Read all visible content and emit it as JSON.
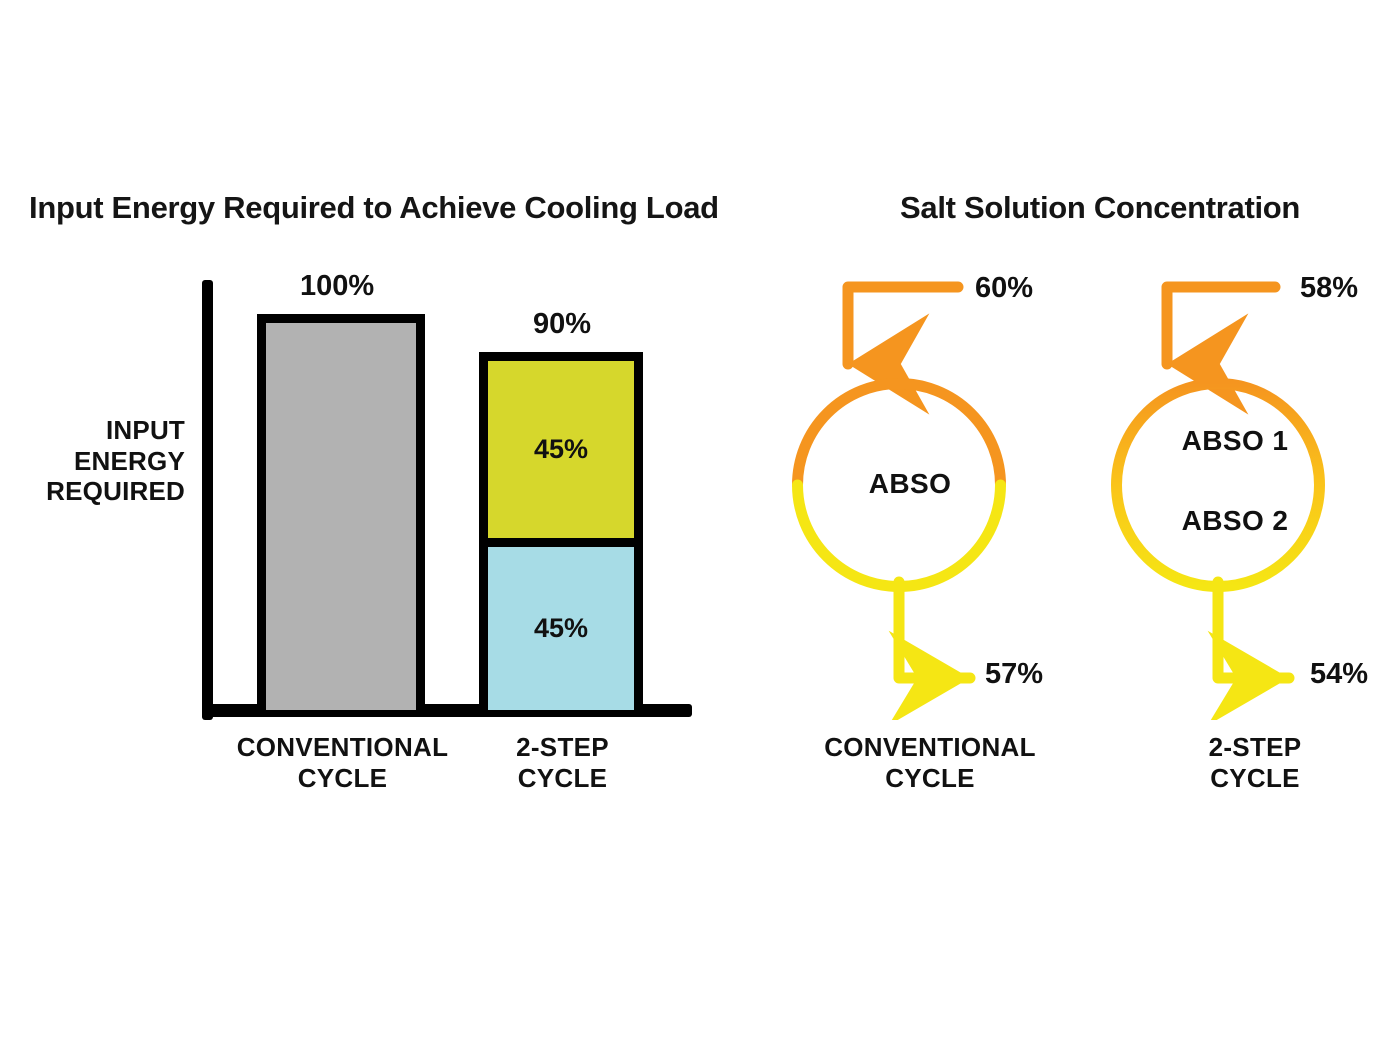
{
  "figure": {
    "background": "#ffffff",
    "panels": [
      {
        "id": "energy",
        "title": "Input Energy Required to Achieve Cooling Load"
      },
      {
        "id": "concentration",
        "title": "Salt Solution Concentration"
      }
    ]
  },
  "titles": {
    "left": "Input Energy Required to Achieve Cooling Load",
    "right": "Salt Solution Concentration"
  },
  "bar_panel": {
    "axis_caption": "INPUT ENERGY REQUIRED",
    "axis_caption_lines": [
      "INPUT",
      "ENERGY",
      "REQUIRED"
    ],
    "bars": [
      {
        "category": "CONVENTIONAL CYCLE",
        "category_lines": [
          "CONVENTIONAL",
          "CYCLE"
        ],
        "total_label": "100%",
        "total": 100,
        "segments": [
          {
            "label": "",
            "value": 100,
            "color": "#b2b2b2",
            "name": "conventional-total"
          }
        ]
      },
      {
        "category": "2-STEP CYCLE",
        "category_lines": [
          "2-STEP",
          "CYCLE"
        ],
        "total_label": "90%",
        "total": 90,
        "segments": [
          {
            "label": "45%",
            "value": 45,
            "color": "#d6d72c",
            "name": "stage-1"
          },
          {
            "label": "45%",
            "value": 45,
            "color": "#a7dce6",
            "name": "stage-2"
          }
        ]
      }
    ]
  },
  "circles_panel": {
    "units": [
      {
        "caption": "CONVENTIONAL CYCLE",
        "caption_lines": [
          "CONVENTIONAL",
          "CYCLE"
        ],
        "inlet_label": "60%",
        "outlet_label": "57%",
        "vessel_labels": [
          "ABSO"
        ],
        "split": false
      },
      {
        "caption": "2-STEP CYCLE",
        "caption_lines": [
          "2-STEP",
          "CYCLE"
        ],
        "inlet_label": "58%",
        "outlet_label": "54%",
        "vessel_labels": [
          "ABSO 1",
          "ABSO 2"
        ],
        "split": true
      }
    ]
  },
  "colors": {
    "gray_bar": "#b2b2b2",
    "yellow_green_bar": "#d6d72c",
    "cyan_bar": "#a7dce6",
    "inlet_orange": "#f5951f",
    "outlet_yellow": "#f5e614",
    "outline_black": "#000000",
    "text": "#111111",
    "background": "#ffffff"
  },
  "chart_data": [
    {
      "type": "bar",
      "title": "Input Energy Required to Achieve Cooling Load",
      "xlabel": "",
      "ylabel": "INPUT ENERGY REQUIRED",
      "categories": [
        "CONVENTIONAL CYCLE",
        "2-STEP CYCLE"
      ],
      "stacked": true,
      "series": [
        {
          "name": "stage-1",
          "values": [
            100,
            45
          ],
          "color": "#b2b2b2"
        },
        {
          "name": "stage-2",
          "values": [
            0,
            45
          ],
          "color": "#a7dce6"
        }
      ],
      "totals": [
        100,
        90
      ],
      "total_labels": [
        "100%",
        "90%"
      ],
      "segment_labels": [
        [
          ""
        ],
        [
          "45%",
          "45%"
        ]
      ],
      "ylim": [
        0,
        110
      ],
      "grid": false,
      "legend": "none",
      "units": "%"
    },
    {
      "type": "diagram",
      "title": "Salt Solution Concentration",
      "categories": [
        "CONVENTIONAL CYCLE",
        "2-STEP CYCLE"
      ],
      "nodes": [
        {
          "group": "CONVENTIONAL CYCLE",
          "vessels": [
            "ABSO"
          ],
          "inlet": 60,
          "outlet": 57,
          "inlet_label": "60%",
          "outlet_label": "57%"
        },
        {
          "group": "2-STEP CYCLE",
          "vessels": [
            "ABSO 1",
            "ABSO 2"
          ],
          "inlet": 58,
          "outlet": 54,
          "inlet_label": "58%",
          "outlet_label": "54%"
        }
      ],
      "units": "%",
      "legend": "none",
      "grid": false
    }
  ]
}
